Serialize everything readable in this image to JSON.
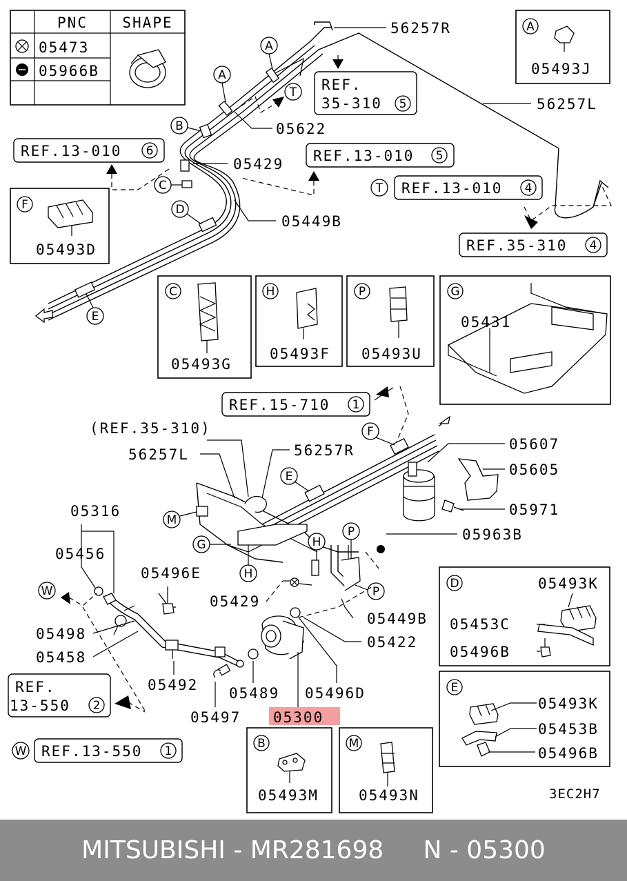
{
  "legend_table": {
    "header_pnc": "PNC",
    "header_shape": "SHAPE",
    "rows": [
      {
        "symbol": "⊗",
        "pnc": "05473"
      },
      {
        "symbol": "●",
        "pnc": "05966B"
      }
    ]
  },
  "labels": {
    "p56257R": "56257R",
    "p56257L": "56257L",
    "p05622": "05622",
    "p05429": "05429",
    "p05449B": "05449B",
    "p05493J": "05493J",
    "p05493D": "05493D",
    "p05493G": "05493G",
    "p05493F": "05493F",
    "p05493U": "05493U",
    "p05431": "05431",
    "p56257L_b": "56257L",
    "p56257R_b": "56257R",
    "p05607": "05607",
    "p05605": "05605",
    "p05971": "05971",
    "p05963B": "05963B",
    "p05316": "05316",
    "p05456": "05456",
    "p05496E": "05496E",
    "p05429_b": "05429",
    "p05449B_b": "05449B",
    "p05422": "05422",
    "p05498": "05498",
    "p05458": "05458",
    "p05492": "05492",
    "p05489": "05489",
    "p05496D": "05496D",
    "p05497": "05497",
    "p05300": "05300",
    "p05493K": "05493K",
    "p05453C": "05453C",
    "p05496B": "05496B",
    "p05493K_b": "05493K",
    "p05453B": "05453B",
    "p05496B_b": "05496B",
    "p05493M": "05493M",
    "p05493N": "05493N",
    "code": "3EC2H7"
  },
  "refs": {
    "r35_310_5_a": "REF.",
    "r35_310_5_b": "35-310",
    "r35_310_5_n": "5",
    "r13_010_6": "REF.13-010",
    "r13_010_6_n": "6",
    "r13_010_5": "REF.13-010",
    "r13_010_5_n": "5",
    "r13_010_4": "REF.13-010",
    "r13_010_4_n": "4",
    "r35_310_4": "REF.35-310",
    "r35_310_4_n": "4",
    "r15_710_1": "REF.15-710",
    "r15_710_1_n": "1",
    "r35_310_paren": "(REF.35-310)",
    "r13_550_2_a": "REF.",
    "r13_550_2_b": "13-550",
    "r13_550_2_n": "2",
    "r13_550_1": "REF.13-550",
    "r13_550_1_n": "1"
  },
  "markers": {
    "A": "A",
    "B": "B",
    "C": "C",
    "D": "D",
    "E": "E",
    "F": "F",
    "G": "G",
    "H": "H",
    "M": "M",
    "P": "P",
    "T": "T",
    "W": "W"
  },
  "footer": {
    "text": "MITSUBISHI - MR281698     N - 05300"
  },
  "colors": {
    "highlight": "#f4a0a0",
    "footer_bg": "#8c8c8c",
    "footer_text": "#ffffff"
  }
}
